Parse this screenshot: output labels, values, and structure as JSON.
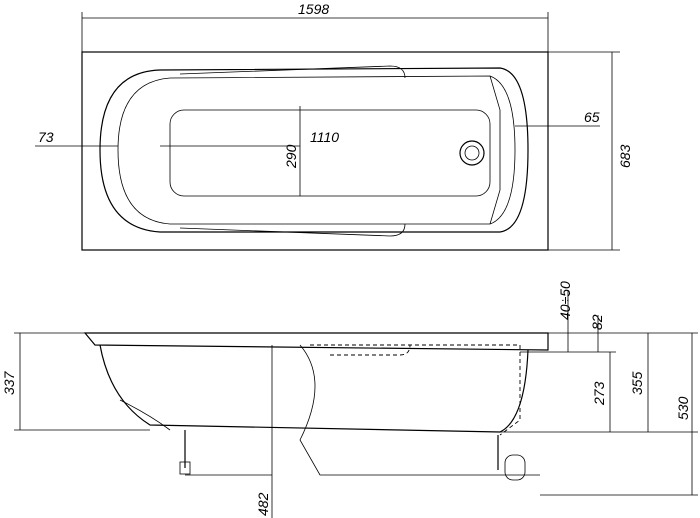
{
  "dimensions": {
    "length": "1598",
    "width": "683",
    "inner_length": "1110",
    "inner_width": "290",
    "left_offset": "73",
    "right_offset": "65",
    "overflow_height": "40÷50",
    "rim_thickness": "82",
    "depth_left": "337",
    "depth_inner": "273",
    "depth_total": "355",
    "overall_height": "530",
    "leg_position": "482"
  }
}
